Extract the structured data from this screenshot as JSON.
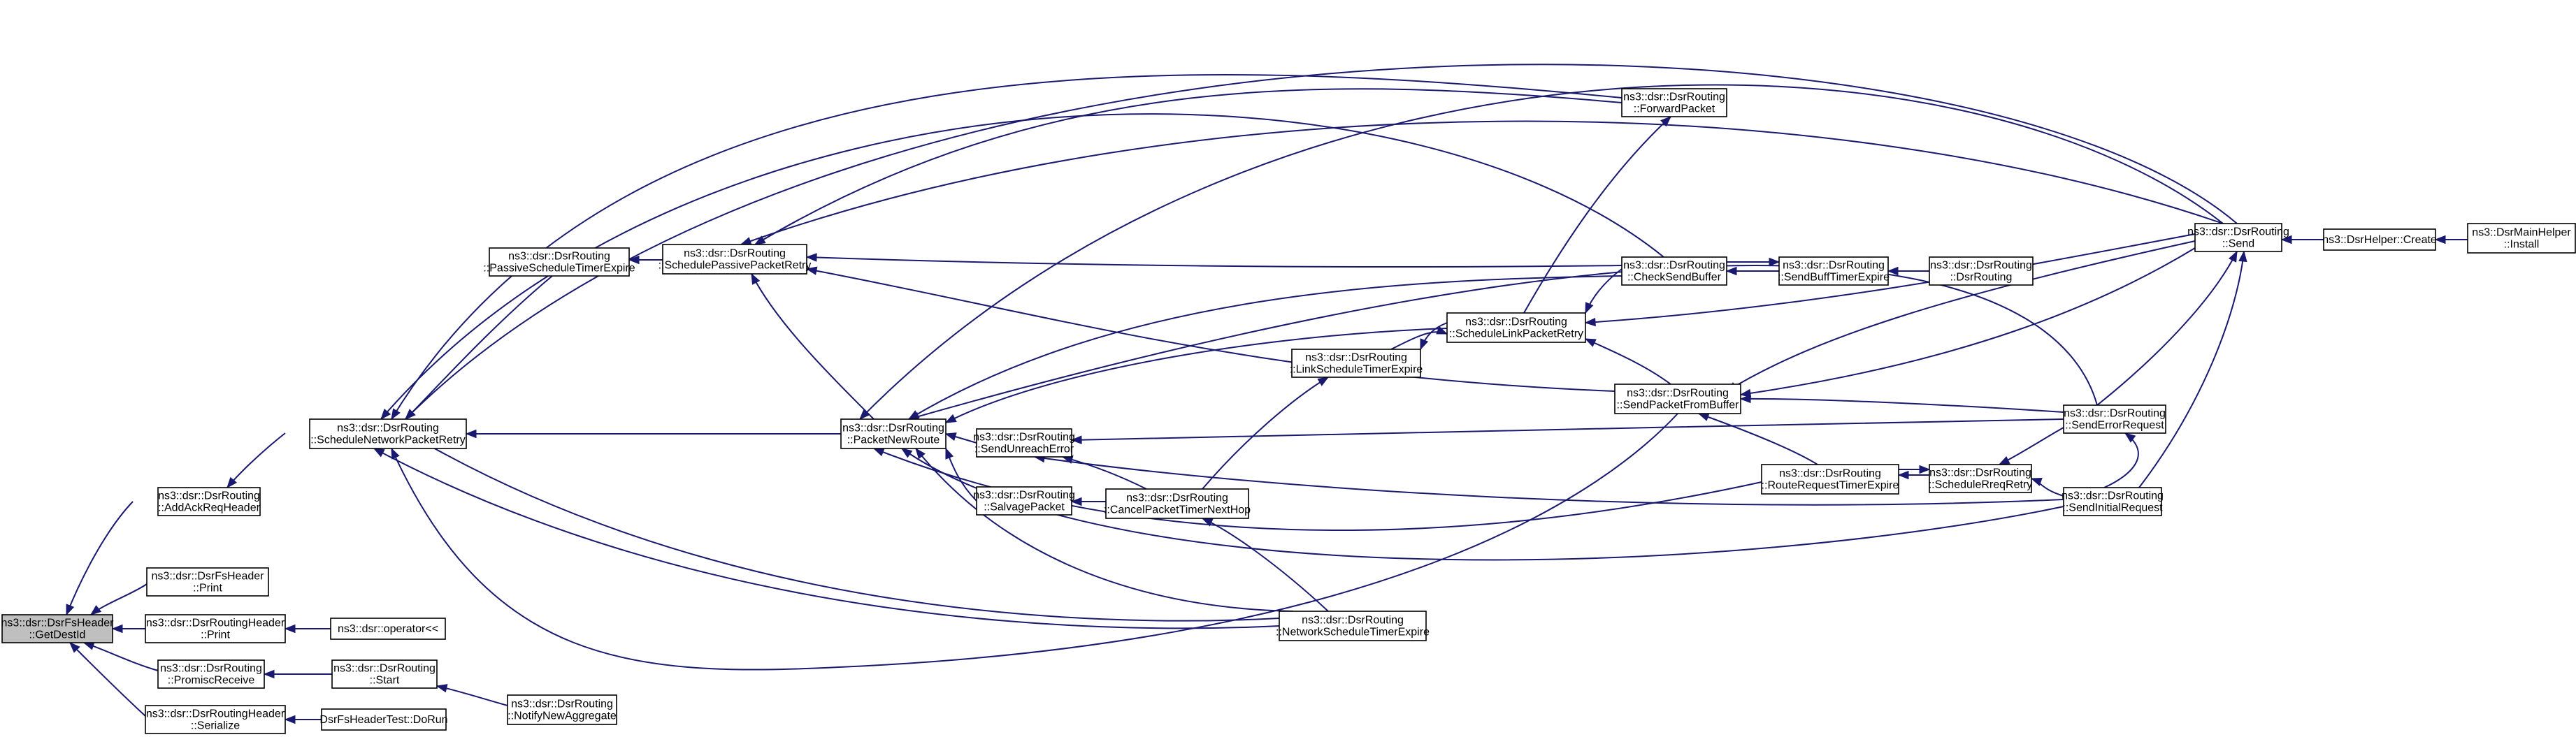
{
  "graph": {
    "nodes": [
      {
        "id": "getdestid",
        "lines": [
          "ns3::dsr::DsrFsHeader",
          "::GetDestId"
        ],
        "root": true
      },
      {
        "id": "addackreqheader",
        "lines": [
          "ns3::dsr::DsrRouting",
          "::AddAckReqHeader"
        ]
      },
      {
        "id": "fsheaderprint",
        "lines": [
          "ns3::dsr::DsrFsHeader",
          "::Print"
        ]
      },
      {
        "id": "routingheaderprint",
        "lines": [
          "ns3::dsr::DsrRoutingHeader",
          "::Print"
        ]
      },
      {
        "id": "promiscreceive",
        "lines": [
          "ns3::dsr::DsrRouting",
          "::PromiscReceive"
        ]
      },
      {
        "id": "routingheaderserialize",
        "lines": [
          "ns3::dsr::DsrRoutingHeader",
          "::Serialize"
        ]
      },
      {
        "id": "schedulenetworkpacketretry",
        "lines": [
          "ns3::dsr::DsrRouting",
          "::ScheduleNetworkPacketRetry"
        ]
      },
      {
        "id": "operator",
        "lines": [
          "ns3::dsr::operator<<"
        ]
      },
      {
        "id": "start",
        "lines": [
          "ns3::dsr::DsrRouting",
          "::Start"
        ]
      },
      {
        "id": "dorun",
        "lines": [
          "DsrFsHeaderTest::DoRun"
        ]
      },
      {
        "id": "notifynewaggregate",
        "lines": [
          "ns3::dsr::DsrRouting",
          "::NotifyNewAggregate"
        ]
      },
      {
        "id": "passivescheduletimerexpire",
        "lines": [
          "ns3::dsr::DsrRouting",
          "::PassiveScheduleTimerExpire"
        ]
      },
      {
        "id": "schedulepassivepacketretry",
        "lines": [
          "ns3::dsr::DsrRouting",
          "::SchedulePassivePacketRetry"
        ]
      },
      {
        "id": "packetnewroute",
        "lines": [
          "ns3::dsr::DsrRouting",
          "::PacketNewRoute"
        ]
      },
      {
        "id": "sendunreacherror",
        "lines": [
          "ns3::dsr::DsrRouting",
          "::SendUnreachError"
        ]
      },
      {
        "id": "salvagepacket",
        "lines": [
          "ns3::dsr::DsrRouting",
          "::SalvagePacket"
        ]
      },
      {
        "id": "cancelpackettimernexthop",
        "lines": [
          "ns3::dsr::DsrRouting",
          "::CancelPacketTimerNextHop"
        ]
      },
      {
        "id": "linkscheduletimerexpire",
        "lines": [
          "ns3::dsr::DsrRouting",
          "::LinkScheduleTimerExpire"
        ]
      },
      {
        "id": "networkscheduletimerexpire",
        "lines": [
          "ns3::dsr::DsrRouting",
          "::NetworkScheduleTimerExpire"
        ]
      },
      {
        "id": "forwardpacket",
        "lines": [
          "ns3::dsr::DsrRouting",
          "::ForwardPacket"
        ]
      },
      {
        "id": "checksendbuffer",
        "lines": [
          "ns3::dsr::DsrRouting",
          "::CheckSendBuffer"
        ]
      },
      {
        "id": "schedulelinkpacketretry",
        "lines": [
          "ns3::dsr::DsrRouting",
          "::ScheduleLinkPacketRetry"
        ]
      },
      {
        "id": "sendpacketfrombuffer",
        "lines": [
          "ns3::dsr::DsrRouting",
          "::SendPacketFromBuffer"
        ]
      },
      {
        "id": "sendbufftimerexpire",
        "lines": [
          "ns3::dsr::DsrRouting",
          "::SendBuffTimerExpire"
        ]
      },
      {
        "id": "dsrroutingctor",
        "lines": [
          "ns3::dsr::DsrRouting",
          "::DsrRouting"
        ]
      },
      {
        "id": "routerequesttimerexpire",
        "lines": [
          "ns3::dsr::DsrRouting",
          "::RouteRequestTimerExpire"
        ]
      },
      {
        "id": "schedulereqretry",
        "lines": [
          "ns3::dsr::DsrRouting",
          "::ScheduleRreqRetry"
        ]
      },
      {
        "id": "senderrorrequest",
        "lines": [
          "ns3::dsr::DsrRouting",
          "::SendErrorRequest"
        ]
      },
      {
        "id": "sendinitialrequest",
        "lines": [
          "ns3::dsr::DsrRouting",
          "::SendInitialRequest"
        ]
      },
      {
        "id": "send",
        "lines": [
          "ns3::dsr::DsrRouting",
          "::Send"
        ]
      },
      {
        "id": "helpercreate",
        "lines": [
          "ns3::DsrHelper::Create"
        ]
      },
      {
        "id": "mainhelperinstall",
        "lines": [
          "ns3::DsrMainHelper",
          "::Install"
        ]
      }
    ]
  }
}
